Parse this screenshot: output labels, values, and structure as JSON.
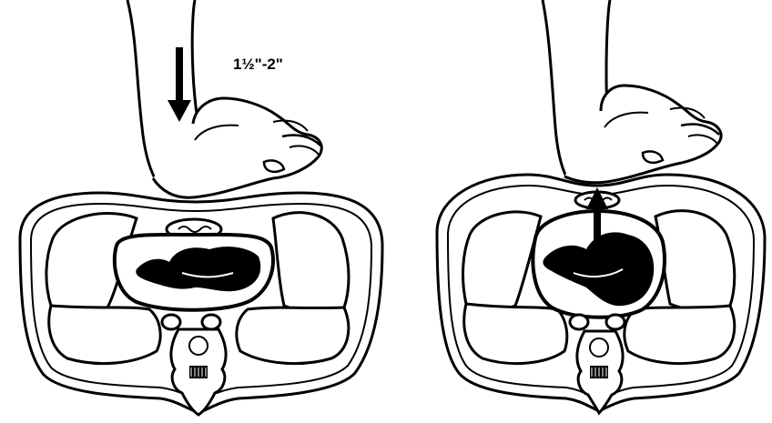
{
  "figure": {
    "compression_label": "1½\"-2\"",
    "panels": [
      {
        "state": "compression",
        "arrow_direction": "down"
      },
      {
        "state": "release",
        "arrow_direction": "up"
      }
    ]
  },
  "colors": {
    "ink": "#000000",
    "paper": "#ffffff"
  }
}
